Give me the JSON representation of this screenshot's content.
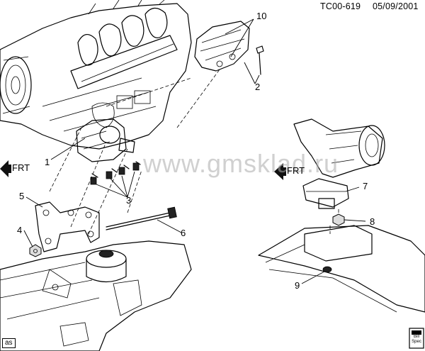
{
  "header": {
    "code": "TC00-619",
    "date": "05/09/2001"
  },
  "watermark": "www.gmsklad.ru",
  "direction_labels": {
    "left": "FRT",
    "right": "FRT"
  },
  "callouts": {
    "c1": "1",
    "c2": "2",
    "c3": "3",
    "c4": "4",
    "c5": "5",
    "c6": "6",
    "c7": "7",
    "c8": "8",
    "c9": "9",
    "c10": "10"
  },
  "corner_tag": "as",
  "badge_lines": [
    "Bill",
    "Spec"
  ]
}
